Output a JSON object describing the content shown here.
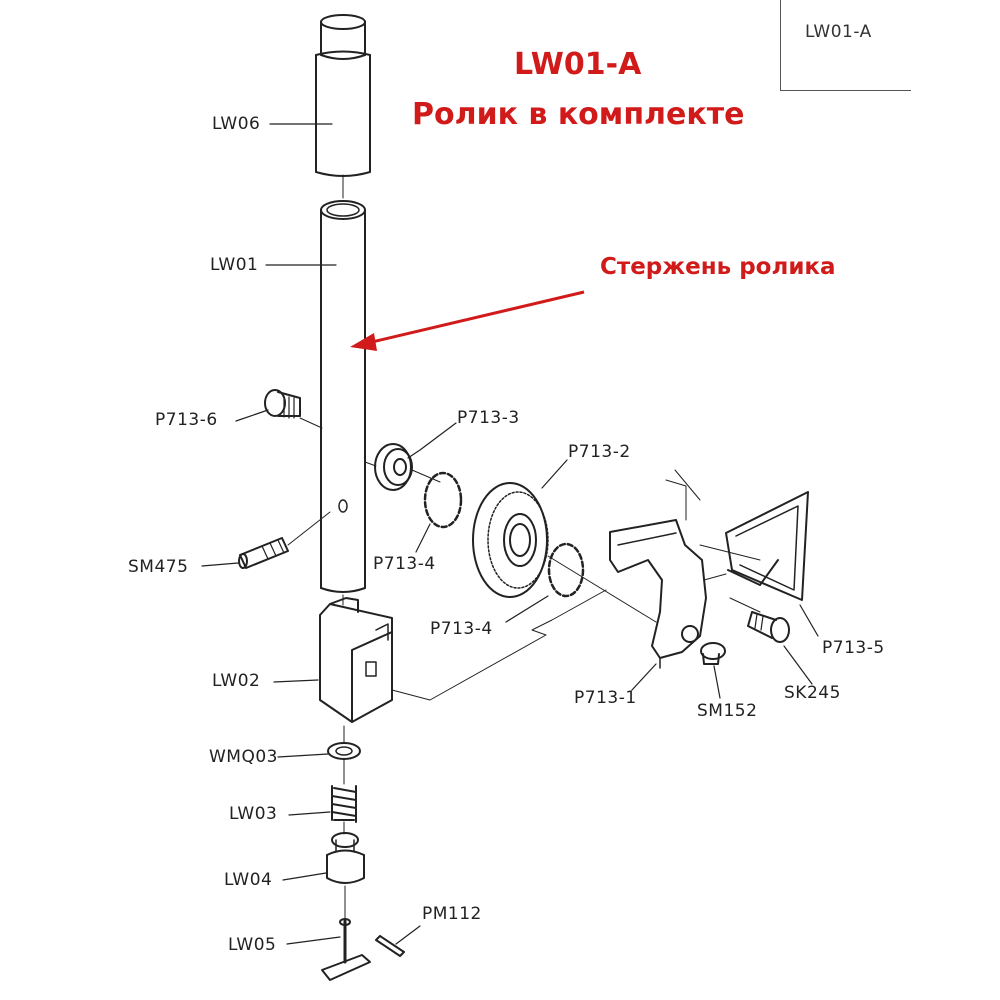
{
  "corner_code": "LW01-A",
  "title": {
    "code": "LW01-A",
    "name": "Ролик в комплекте"
  },
  "callout": {
    "text": "Стержень ролика",
    "color": "#d11a1a"
  },
  "parts": {
    "lw06": "LW06",
    "lw01": "LW01",
    "p713_6": "P713-6",
    "p713_3": "P713-3",
    "p713_2": "P713-2",
    "p713_4a": "P713-4",
    "p713_4b": "P713-4",
    "sm475": "SM475",
    "p713_5": "P713-5",
    "p713_1": "P713-1",
    "sm152": "SM152",
    "sk245": "SK245",
    "lw02": "LW02",
    "wmq03": "WMQ03",
    "lw03": "LW03",
    "lw04": "LW04",
    "lw05": "LW05",
    "pm112": "PM112"
  }
}
